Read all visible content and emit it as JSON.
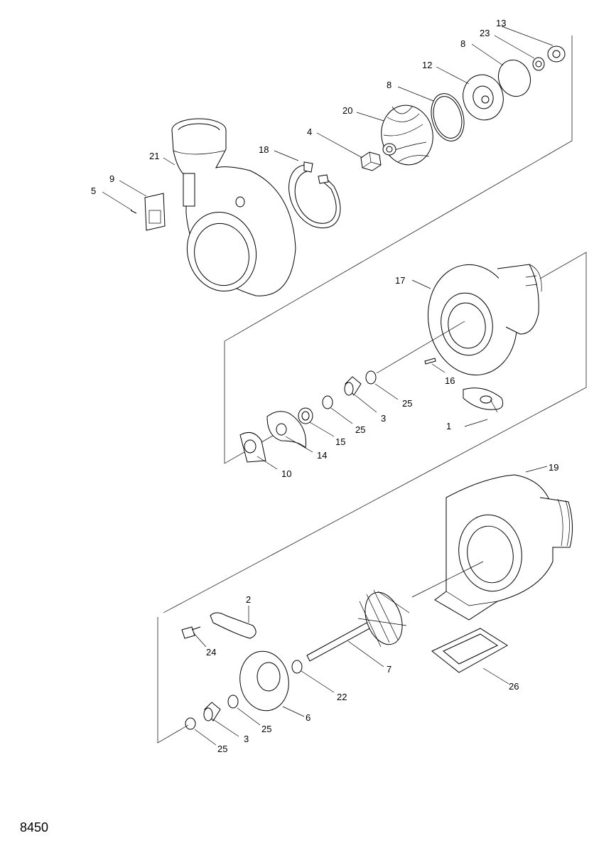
{
  "figure_number": "8450",
  "callouts": [
    {
      "id": "c13a",
      "text": "13"
    },
    {
      "id": "c23",
      "text": "23"
    },
    {
      "id": "c8a",
      "text": "8"
    },
    {
      "id": "c12",
      "text": "12"
    },
    {
      "id": "c8b",
      "text": "8"
    },
    {
      "id": "c20",
      "text": "20"
    },
    {
      "id": "c4",
      "text": "4"
    },
    {
      "id": "c18",
      "text": "18"
    },
    {
      "id": "c21",
      "text": "21"
    },
    {
      "id": "c9",
      "text": "9"
    },
    {
      "id": "c5",
      "text": "5"
    },
    {
      "id": "c17",
      "text": "17"
    },
    {
      "id": "c16",
      "text": "16"
    },
    {
      "id": "c25a",
      "text": "25"
    },
    {
      "id": "c3a",
      "text": "3"
    },
    {
      "id": "c25b",
      "text": "25"
    },
    {
      "id": "c1",
      "text": "1"
    },
    {
      "id": "c15",
      "text": "15"
    },
    {
      "id": "c14",
      "text": "14"
    },
    {
      "id": "c10",
      "text": "10"
    },
    {
      "id": "c19",
      "text": "19"
    },
    {
      "id": "c2",
      "text": "2"
    },
    {
      "id": "c24",
      "text": "24"
    },
    {
      "id": "c7",
      "text": "7"
    },
    {
      "id": "c22",
      "text": "22"
    },
    {
      "id": "c26",
      "text": "26"
    },
    {
      "id": "c6",
      "text": "6"
    },
    {
      "id": "c25c",
      "text": "25"
    },
    {
      "id": "c3b",
      "text": "3"
    },
    {
      "id": "c25d",
      "text": "25"
    }
  ]
}
